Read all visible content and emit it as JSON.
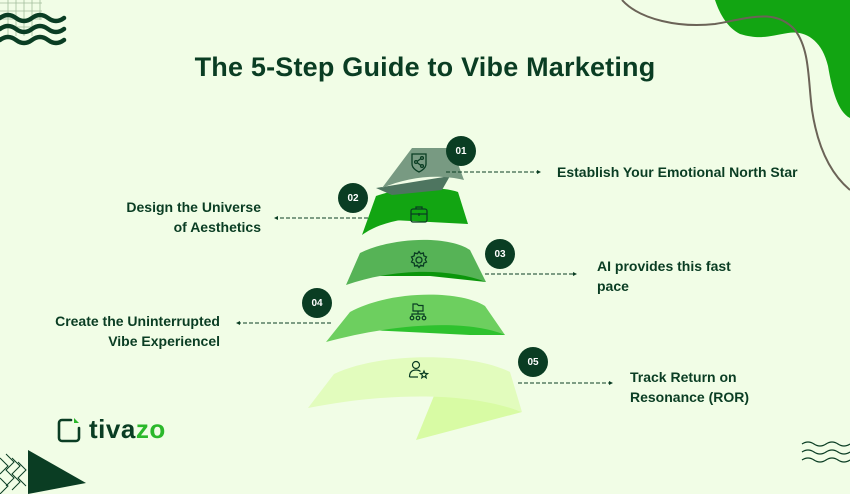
{
  "title": "The 5-Step Guide to Vibe Marketing",
  "colors": {
    "background": "#f1fde6",
    "dark_green": "#0a3d23",
    "bright_green": "#12a512",
    "tier1": "#789a82",
    "tier2": "#12a512",
    "tier3": "#56b356",
    "tier4": "#6dcf5f",
    "tier5": "#e2fcbd",
    "curve": "#6b6357"
  },
  "steps": [
    {
      "number": "01",
      "label": "Establish Your Emotional North Star",
      "icon": "shield-share-icon",
      "side": "right"
    },
    {
      "number": "02",
      "label_line1": "Design the Universe",
      "label_line2": "of Aesthetics",
      "icon": "briefcase-icon",
      "side": "left"
    },
    {
      "number": "03",
      "label_line1": "AI provides this fast",
      "label_line2": "pace",
      "icon": "gear-icon",
      "side": "right"
    },
    {
      "number": "04",
      "label_line1": "Create the Uninterrupted",
      "label_line2": "Vibe Experiencel",
      "icon": "folder-network-icon",
      "side": "left"
    },
    {
      "number": "05",
      "label_line1": "Track Return on",
      "label_line2": "Resonance (ROR)",
      "icon": "user-star-icon",
      "side": "right"
    }
  ],
  "logo": {
    "text_main": "tiva",
    "text_accent": "zo"
  }
}
